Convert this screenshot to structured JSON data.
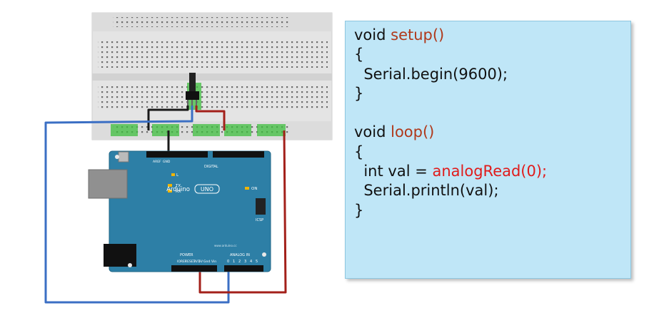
{
  "board": {
    "brand": "Arduino",
    "model": "UNO",
    "icsp": "ICSP",
    "digital": "DIGITAL",
    "aref": "AREF",
    "gnd": "GND",
    "tx": "TX",
    "rx": "RX",
    "l": "L",
    "on": "ON",
    "power": "POWER",
    "analog_in": "ANALOG IN",
    "power_pins": [
      "IOREF",
      "RESET",
      "3V3",
      "5V",
      "Gnd",
      "Vin"
    ],
    "analog_pins": [
      "0",
      "1",
      "2",
      "3",
      "4",
      "5"
    ],
    "site": "www.arduino.cc"
  },
  "wire_colors": {
    "blue": "#3b6fc4",
    "red": "#a3201a",
    "black": "#1a1a1a"
  },
  "code": {
    "l1_kw": "void ",
    "l1_fn": "setup()",
    "l2": "{",
    "l3": "  Serial.begin(9600);",
    "l4": "}",
    "l6_kw": "void ",
    "l6_fn": "loop()",
    "l7": "{",
    "l8_a": "  int val = ",
    "l8_call": "analogRead(0);",
    "l9": "  Serial.println(val);",
    "l10": "}",
    "colors": {
      "text": "#111111",
      "function": "#b0391b",
      "call": "#e01b1b",
      "background": "#bfe6f7"
    }
  }
}
